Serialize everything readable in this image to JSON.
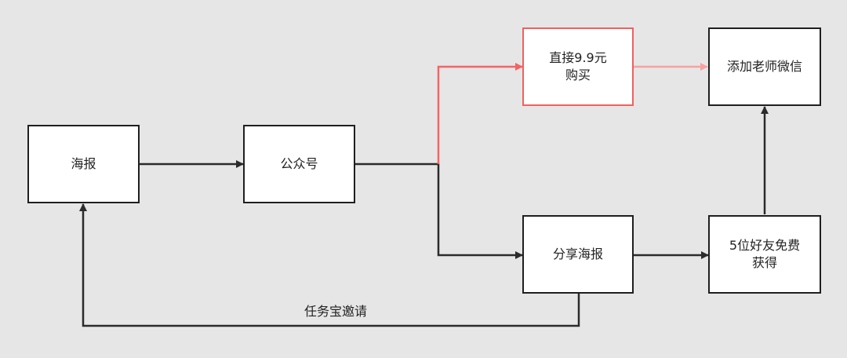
{
  "diagram": {
    "colors": {
      "background": "#e6e6e6",
      "node_fill": "#ffffff",
      "node_border": "#1f1f1f",
      "highlight_border": "#f06060",
      "highlight_line": "#f46464",
      "highlight_line_light": "#f8a0a0",
      "line": "#2b2b2b"
    },
    "nodes": {
      "poster": "海报",
      "official_account": "公众号",
      "direct_buy": "直接9.9元\n购买",
      "share_poster": "分享海报",
      "add_teacher_wechat": "添加老师微信",
      "five_friends_free": "5位好友免费\n获得"
    },
    "edge_labels": {
      "task_treasure_invite": "任务宝邀请"
    }
  }
}
